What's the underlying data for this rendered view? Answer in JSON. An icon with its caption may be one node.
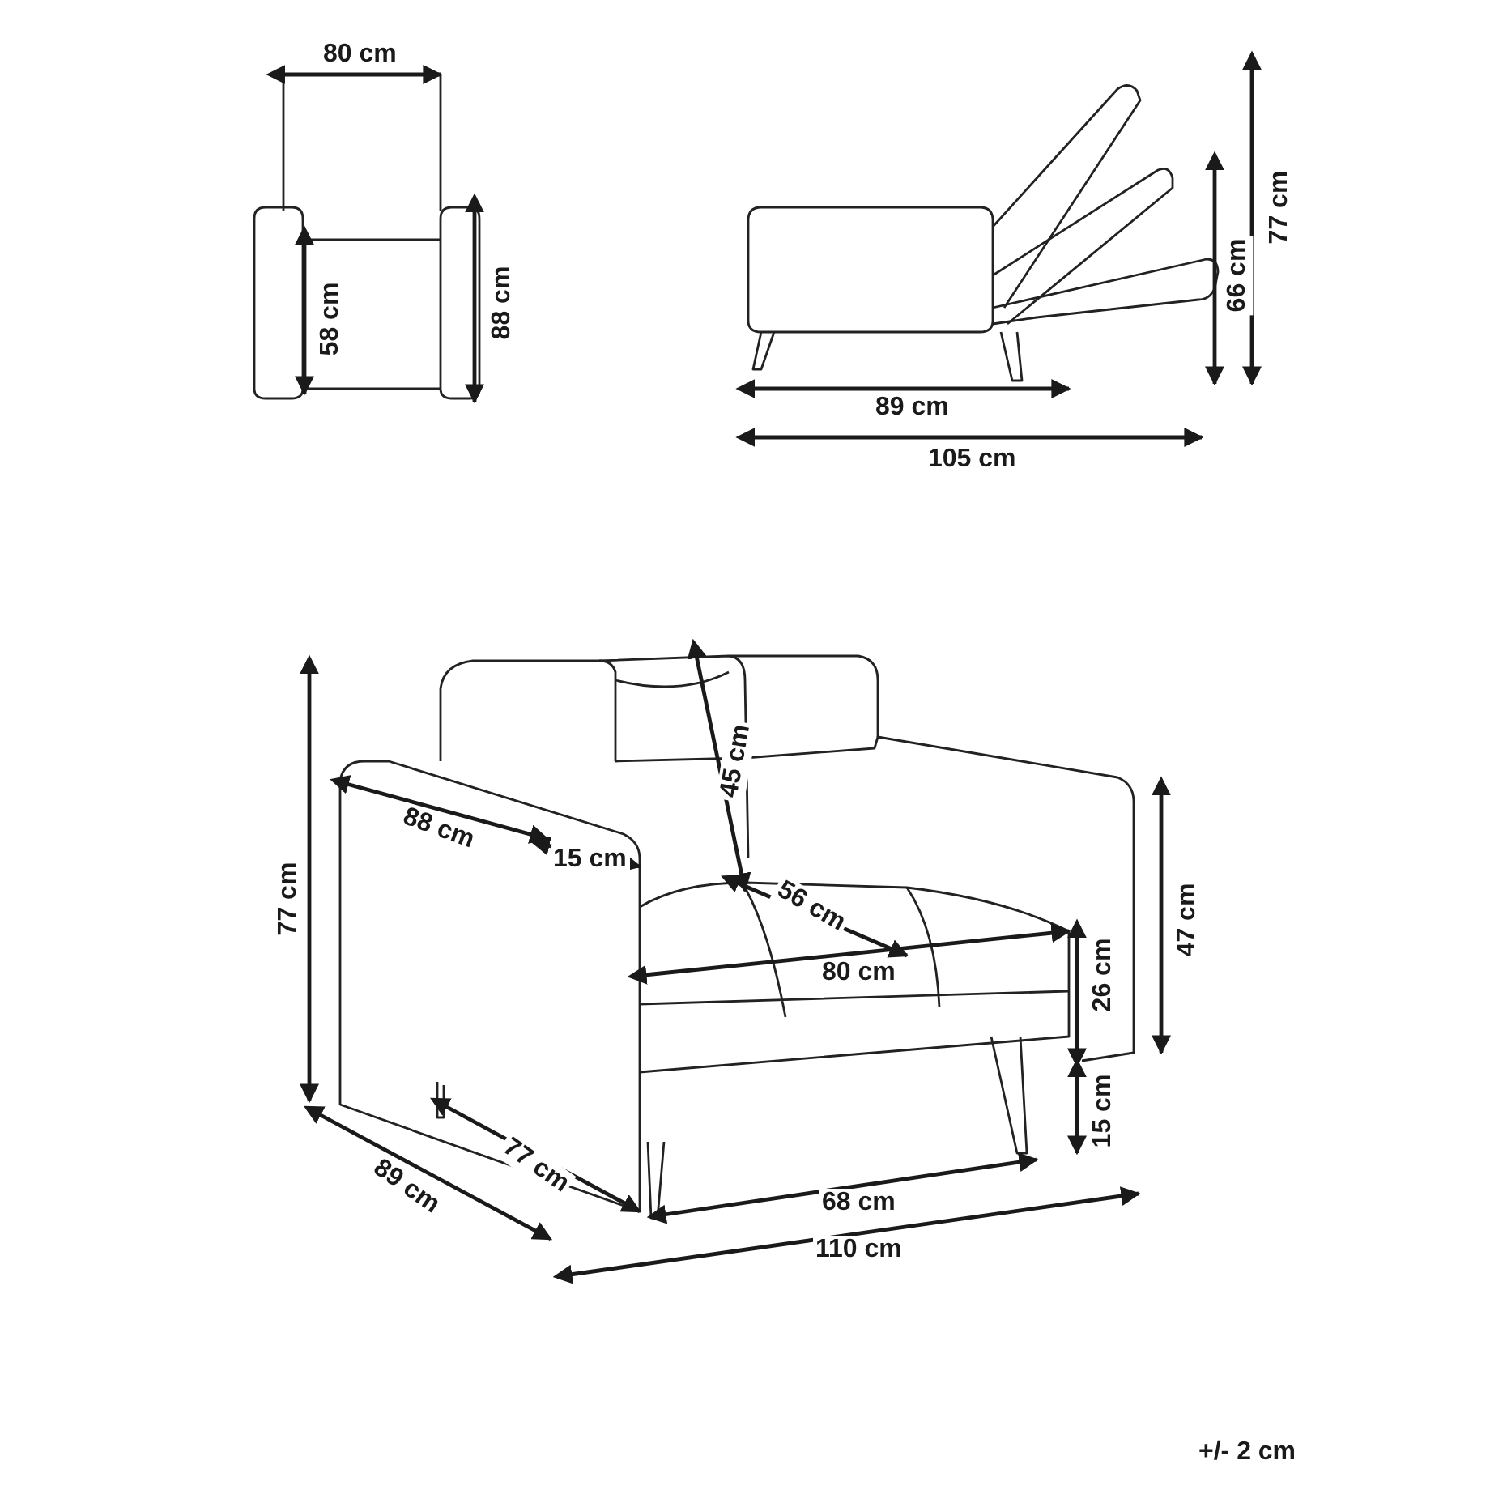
{
  "diagram": {
    "labels": [
      "80 cm",
      "58 cm",
      "88 cm",
      "77 cm",
      "66 cm",
      "89 cm",
      "105 cm",
      "45 cm",
      "88 cm",
      "15 cm",
      "56 cm",
      "77 cm",
      "47 cm",
      "80 cm",
      "26 cm",
      "15 cm",
      "89 cm",
      "77 cm",
      "68 cm",
      "110 cm",
      "+/- 2 cm"
    ]
  }
}
